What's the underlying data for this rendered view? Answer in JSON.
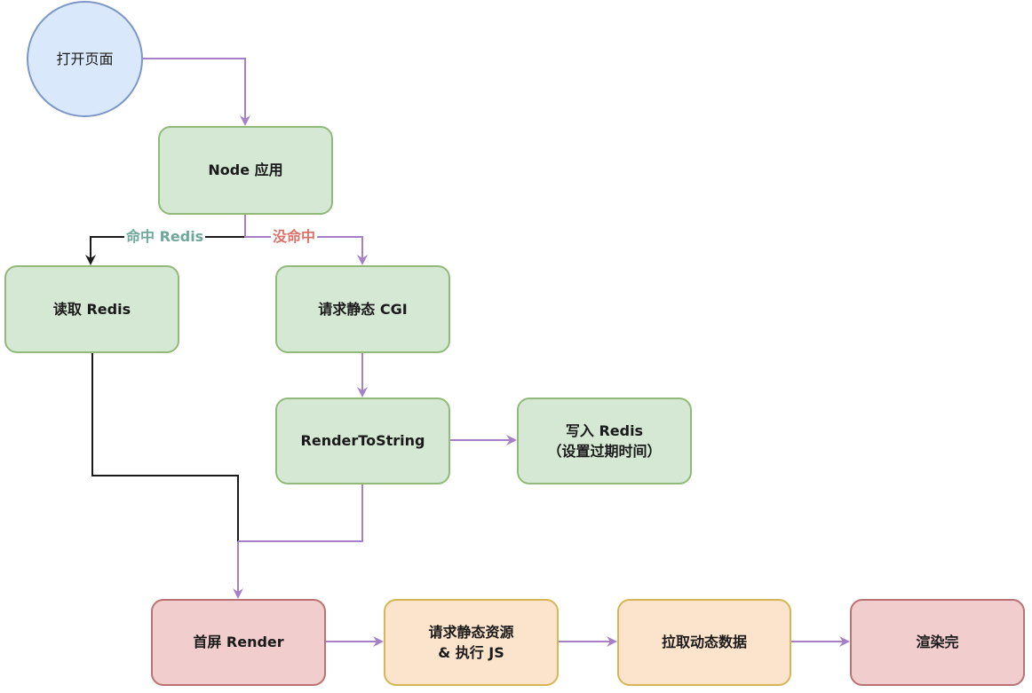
{
  "nodes": {
    "open_page": "打开页面",
    "node_app": "Node 应用",
    "read_redis": "读取 Redis",
    "request_cgi": "请求静态 CGI",
    "render_to_string": "RenderToString",
    "write_redis": "写入 Redis\n（设置过期时间）",
    "first_screen_render": "首屏 Render",
    "request_static": "请求静态资源\n& 执行 JS",
    "fetch_dynamic": "拉取动态数据",
    "render_done": "渲染完"
  },
  "edge_labels": {
    "hit_redis": "命中 Redis",
    "miss": "没命中"
  },
  "colors": {
    "edge_default": "#a680c6",
    "edge_hit": "#1a1a1a",
    "label_hit": "#6fa89a",
    "label_miss": "#d9736a"
  }
}
